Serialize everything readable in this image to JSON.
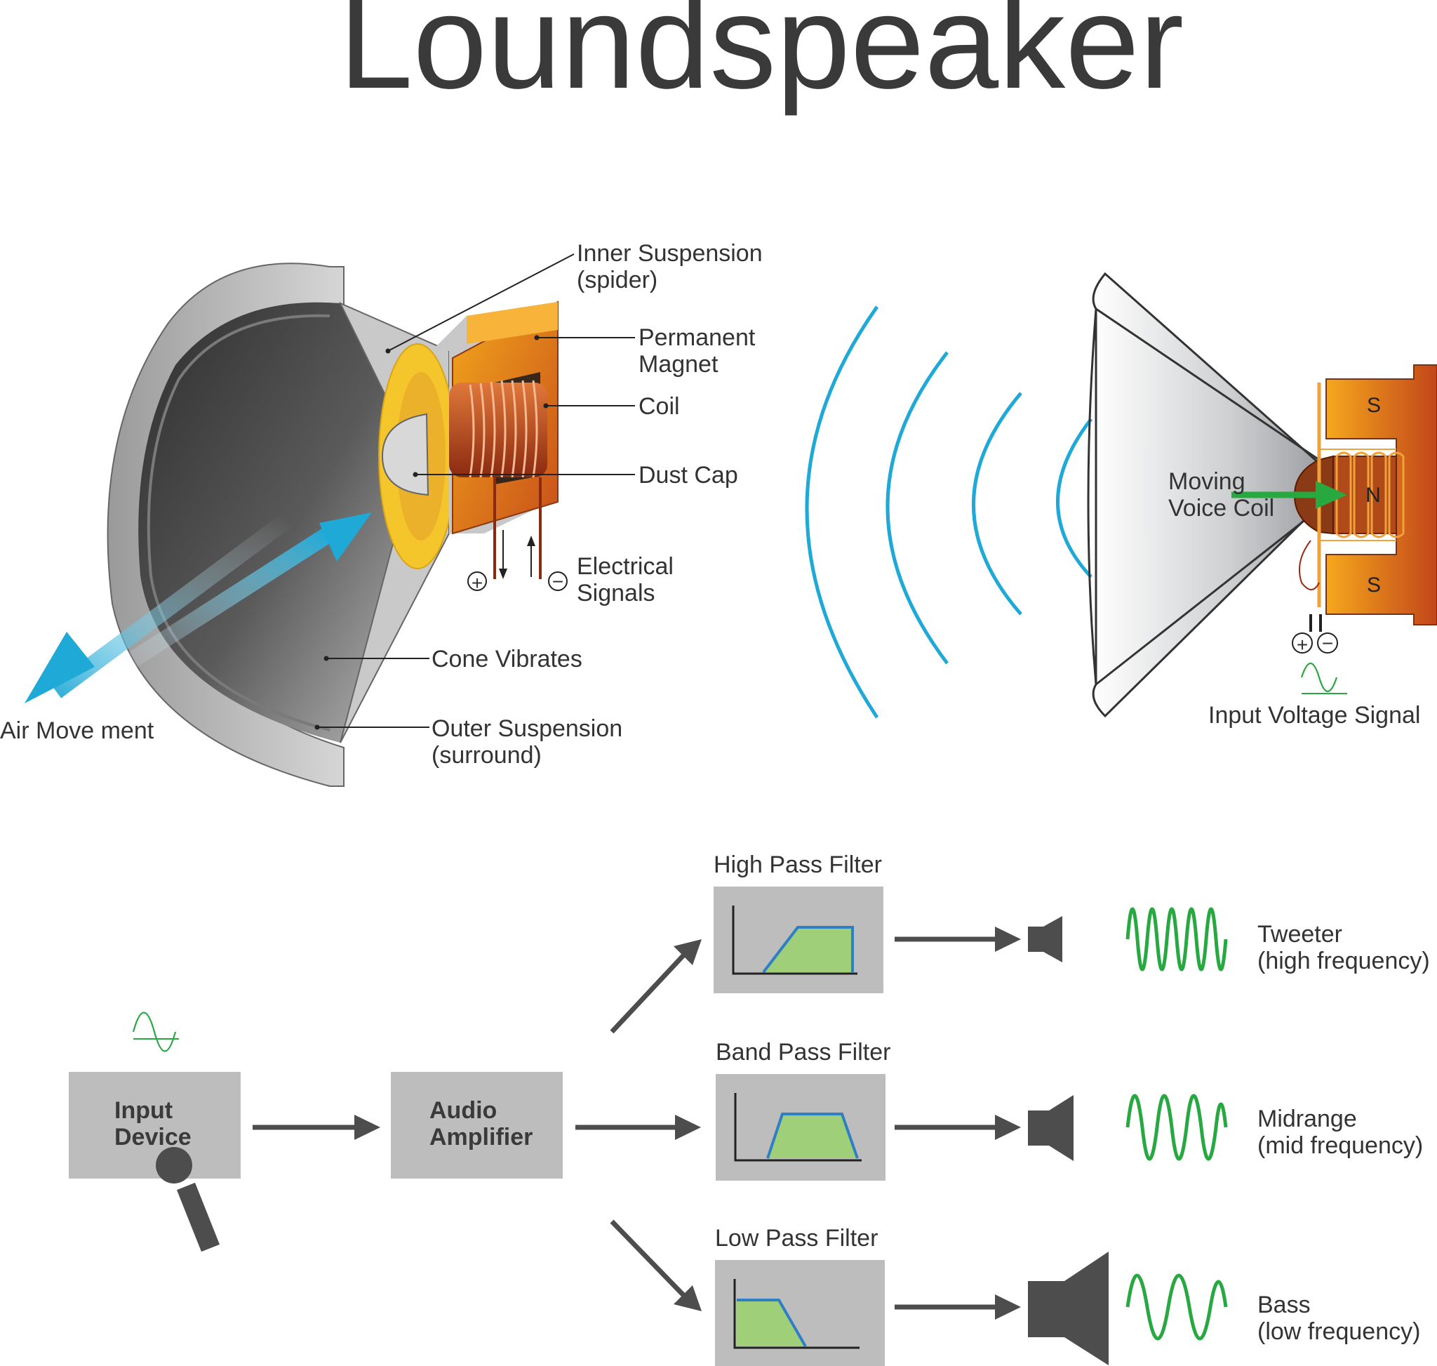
{
  "title": "Loundspeaker",
  "colors": {
    "sound_wave": "#1fa9d6",
    "signal_wave": "#27a841",
    "magnet": "#e07b1a",
    "filter_passband": "#9fcf78",
    "filter_curve": "#2f7fc4",
    "box_fill": "#bdbdbd",
    "dark_gray": "#4d4d4d"
  },
  "speaker_parts": {
    "inner_suspension": [
      "Inner Suspension",
      "(spider)"
    ],
    "permanent_magnet": [
      "Permanent",
      "Magnet"
    ],
    "coil": "Coil",
    "dust_cap": "Dust Cap",
    "electrical_signals": [
      "Electrical",
      "Signals"
    ],
    "cone_vibrates": "Cone Vibrates",
    "outer_suspension": [
      "Outer Suspension",
      "(surround)"
    ],
    "air_movement": "Air Move ment",
    "plus": "+",
    "minus": "−"
  },
  "driver_section": {
    "moving_voice_coil": [
      "Moving",
      "Voice Coil"
    ],
    "pole_south": "S",
    "pole_north": "N",
    "input_voltage_signal": "Input Voltage Signal",
    "plus": "+",
    "minus": "−"
  },
  "crossover": {
    "input_device": [
      "Input",
      "Device"
    ],
    "audio_amplifier": [
      "Audio",
      "Amplifier"
    ],
    "high_pass_filter": "High Pass Filter",
    "band_pass_filter": "Band Pass Filter",
    "low_pass_filter": "Low Pass Filter",
    "tweeter": [
      "Tweeter",
      "(high frequency)"
    ],
    "midrange": [
      "Midrange",
      "(mid frequency)"
    ],
    "bass": [
      "Bass",
      "(low frequency)"
    ]
  }
}
